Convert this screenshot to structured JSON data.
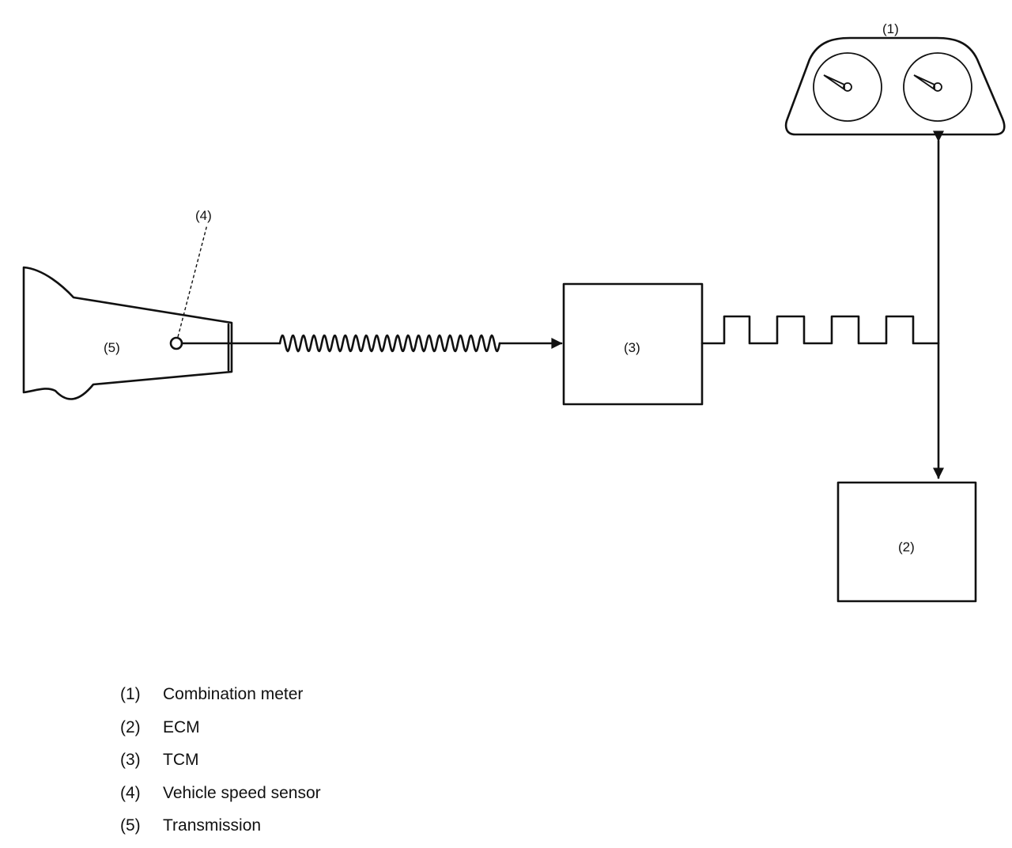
{
  "components": {
    "combination_meter": {
      "callout": "(1)"
    },
    "ecm": {
      "callout": "(2)"
    },
    "tcm": {
      "callout": "(3)"
    },
    "vehicle_speed_sensor": {
      "callout": "(4)"
    },
    "transmission": {
      "callout": "(5)"
    }
  },
  "legend": [
    {
      "num": "(1)",
      "label": "Combination meter"
    },
    {
      "num": "(2)",
      "label": "ECM"
    },
    {
      "num": "(3)",
      "label": "TCM"
    },
    {
      "num": "(4)",
      "label": "Vehicle speed sensor"
    },
    {
      "num": "(5)",
      "label": "Transmission"
    }
  ]
}
